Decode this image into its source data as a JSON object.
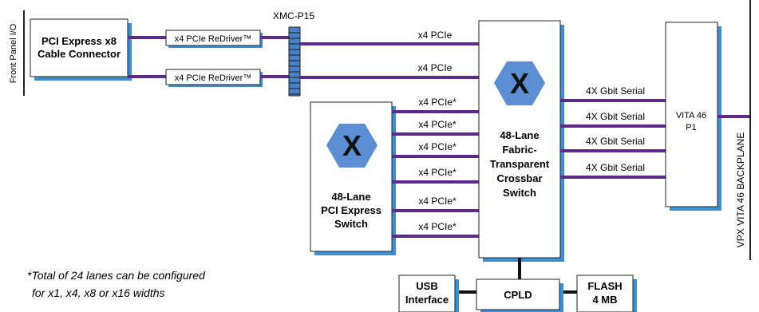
{
  "front_panel": {
    "label": "Front Panel I/O"
  },
  "cable_connector": {
    "line1": "PCI Express x8",
    "line2": "Cable Connector"
  },
  "redrivers": [
    {
      "label": "x4 PCIe ReDriver™"
    },
    {
      "label": "x4 PCIe ReDriver™"
    }
  ],
  "xmc": {
    "label": "XMC-P15"
  },
  "top_links": [
    {
      "label": "x4 PCIe"
    },
    {
      "label": "x4 PCIe"
    }
  ],
  "pcie_switch": {
    "line1": "48-Lane",
    "line2": "PCI Express",
    "line3": "Switch"
  },
  "switch_links": [
    {
      "label": "x4 PCIe*"
    },
    {
      "label": "x4 PCIe*"
    },
    {
      "label": "x4 PCIe*"
    },
    {
      "label": "x4 PCIe*"
    },
    {
      "label": "x4 PCIe*"
    },
    {
      "label": "x4 PCIe*"
    }
  ],
  "crossbar": {
    "line1": "48-Lane",
    "line2": "Fabric-",
    "line3": "Transparent",
    "line4": "Crossbar",
    "line5": "Switch"
  },
  "serial_links": [
    {
      "label": "4X Gbit Serial"
    },
    {
      "label": "4X Gbit Serial"
    },
    {
      "label": "4X Gbit Serial"
    },
    {
      "label": "4X Gbit Serial"
    }
  ],
  "vita_p1": {
    "line1": "VITA 46",
    "line2": "P1"
  },
  "backplane": {
    "label": "VPX VITA 46 BACKPLANE"
  },
  "usb": {
    "line1": "USB",
    "line2": "Interface"
  },
  "cpld": {
    "label": "CPLD"
  },
  "flash": {
    "line1": "FLASH",
    "line2": "4 MB"
  },
  "footnote": {
    "line1": "*Total of 24 lanes can be configured",
    "line2": "for x1, x4, x8 or x16 widths"
  },
  "colors": {
    "link": "#5b2a8c",
    "shadow": "#3b8fd6",
    "hexagon": "#5b8ed2",
    "xmc_fill": "#4a82c8",
    "box_border": "#222222",
    "bus": "#111111"
  },
  "icons": {
    "switch_symbol": "crossbar-x-hexagon-icon"
  }
}
